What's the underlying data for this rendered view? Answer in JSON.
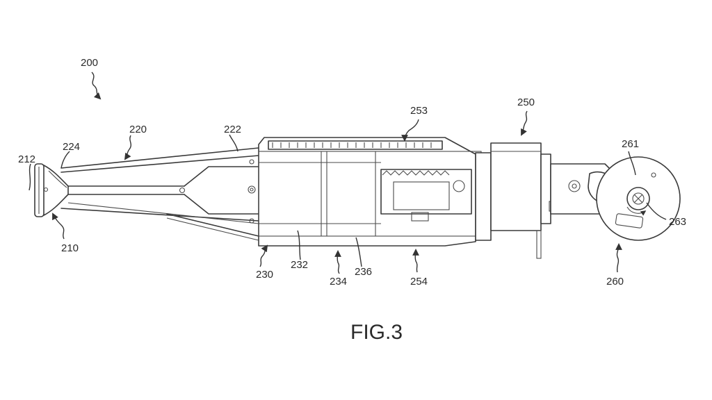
{
  "figure": {
    "caption": "FIG.3",
    "reference_numerals": {
      "assembly": "200",
      "head_end": "210",
      "end_plate": "212",
      "frame": "220",
      "upper_rail": "222",
      "nose_rail": "224",
      "lower_frame": "230",
      "channel_a": "232",
      "channel_b": "234",
      "channel_c": "236",
      "housing": "250",
      "rack": "253",
      "drive_unit": "254",
      "wheel_assembly": "260",
      "pivot": "261",
      "arm": "263"
    }
  }
}
